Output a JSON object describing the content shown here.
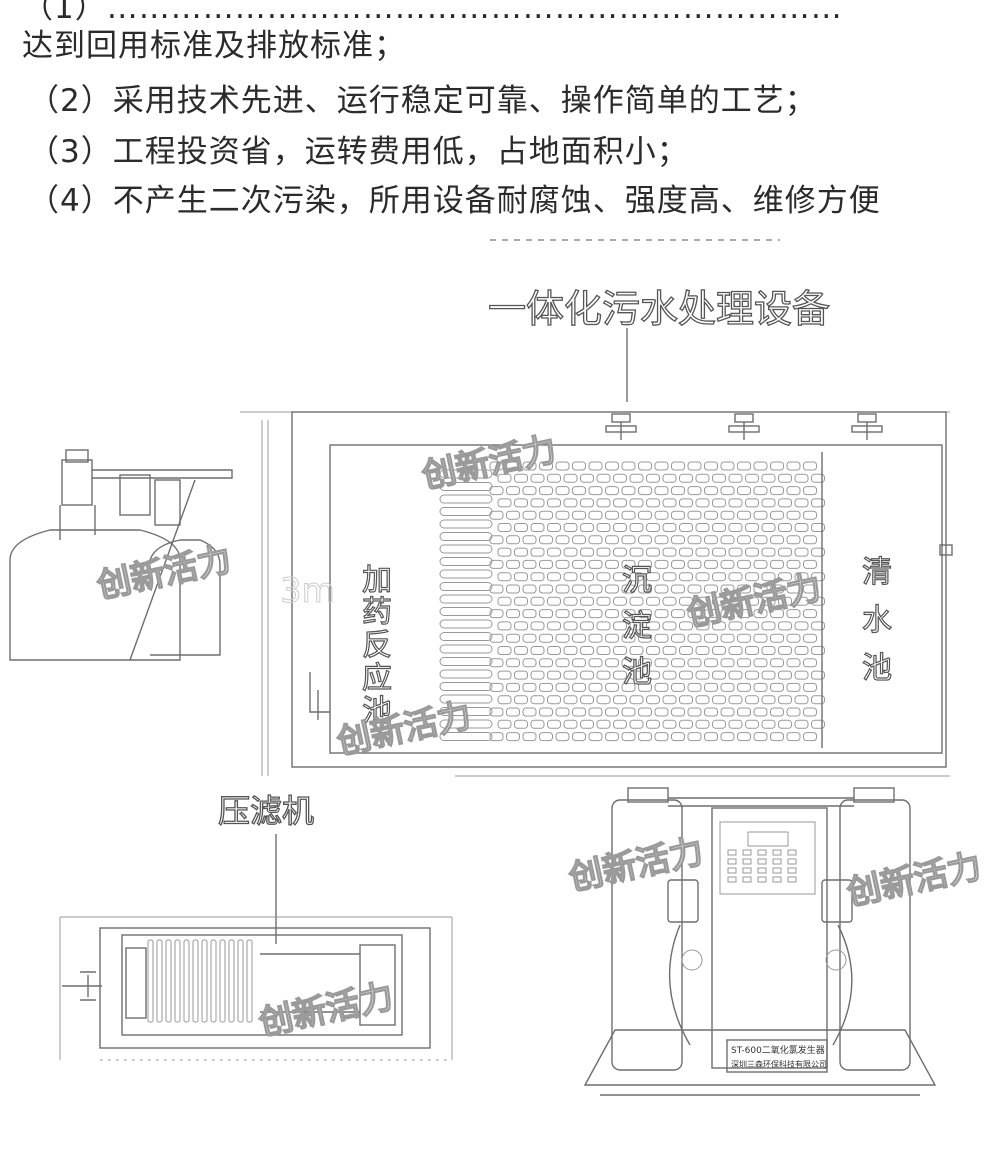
{
  "text": {
    "line1_tail": "达到回用标准及排放标准；",
    "item2": "（2）采用技术先进、运行稳定可靠、操作简单的工艺；",
    "item3": "（3）工程投资省，运转费用低，占地面积小；",
    "item4": "（4）不产生二次污染，所用设备耐腐蚀、强度高、维修方便"
  },
  "diagram": {
    "title_top": "一体化污水处理设备",
    "tank_left": "加药反应池",
    "tank_middle": "沉淀池",
    "tank_right": "清水池",
    "filter_press": "压滤机",
    "dimension_fragment": "3m",
    "generator_plate_line1": "ST-600二氧化氯发生器",
    "generator_plate_line2": "深圳三森环保科技有限公司",
    "watermark": "创新活力"
  },
  "colors": {
    "text": "#2b2b2b",
    "line": "#6e6e6e",
    "watermark_stroke": "#9a9a9a"
  }
}
